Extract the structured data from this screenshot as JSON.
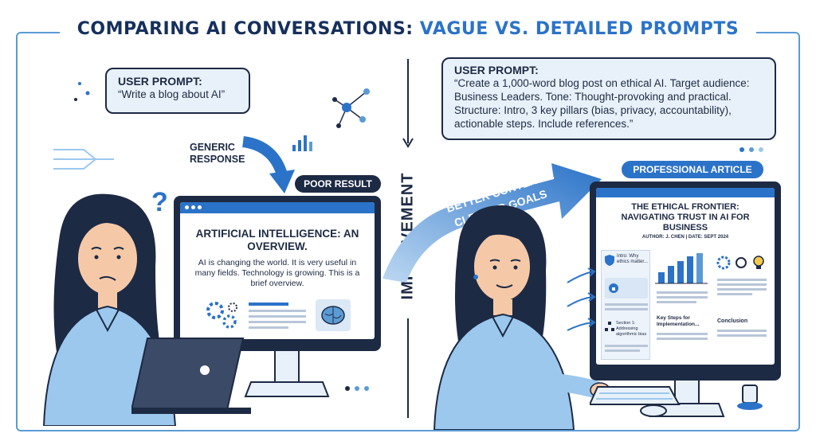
{
  "title": {
    "part1": "COMPARING AI CONVERSATIONS:",
    "part2": "VAGUE VS. DETAILED PROMPTS"
  },
  "left": {
    "prompt_label": "USER PROMPT:",
    "prompt_text": "“Write a blog about AI”",
    "response_label": "GENERIC RESPONSE",
    "badge": "POOR RESULT",
    "article_title": "ARTIFICIAL INTELLIGENCE: AN OVERVIEW.",
    "article_body": "AI is changing the world. It is very useful in many fields. Technology is growing. This is a brief overview."
  },
  "middle": {
    "label": "IMPROVEMENT",
    "arrow_text_1": "BETTER CONTEXT &",
    "arrow_text_2": "CLEARER GOALS"
  },
  "right": {
    "prompt_label": "USER PROMPT:",
    "prompt_text": "“Create a 1,000-word blog post on ethical AI. Target audience: Business Leaders. Tone: Thought-provoking and practical. Structure: Intro, 3 key pillars (bias, privacy, accountability), actionable steps. Include references.”",
    "badge": "PROFESSIONAL ARTICLE",
    "article_title": "THE ETHICAL FRONTIER: NAVIGATING TRUST IN AI FOR BUSINESS",
    "byline": "AUTHOR: J. CHEN  |  DATE: SEPT 2024",
    "section_intro": "Intro: Why ethics matter...",
    "section_bias": "Section 1: Addressing algorithmic bias",
    "section_steps": "Key Steps for Implementation...",
    "section_conclusion": "Conclusion"
  },
  "colors": {
    "navy": "#1d2a44",
    "accent": "#2b73c8",
    "light_blue": "#e8f1fa",
    "shirt": "#9cc8ee"
  }
}
